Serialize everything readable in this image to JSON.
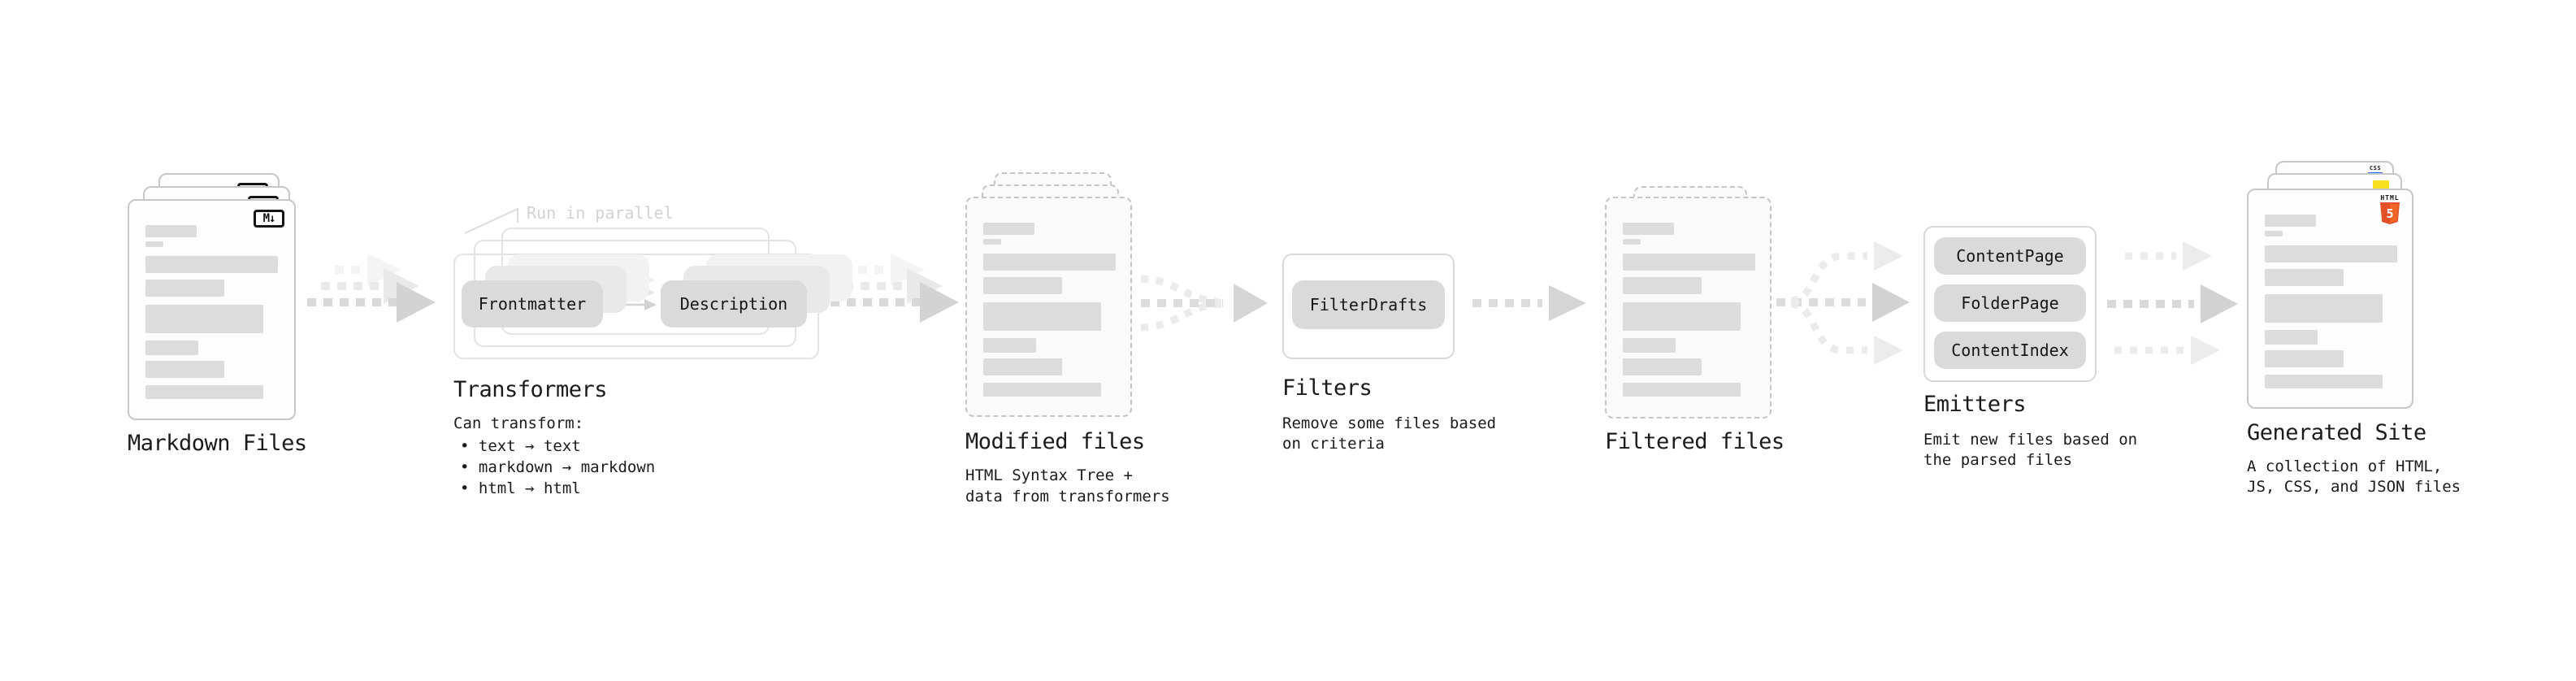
{
  "colors": {
    "text": "#1b1b1b",
    "muted": "#d2d2d2",
    "bar": "#dcdcdc",
    "pill": "#dadada",
    "arrow": "#d8d8d8",
    "arrow_head": "#d2d2d2",
    "arrow_light": "#ececec",
    "html5": "#e34f26",
    "html5_light": "#f16529",
    "js": "#f7df1e",
    "css": "#2965f1"
  },
  "stages": {
    "markdown": {
      "title": "Markdown Files",
      "badge": "M↓"
    },
    "transformers": {
      "annotation": "Run in parallel",
      "pill_frontmatter": "Frontmatter",
      "pill_description": "Description",
      "title": "Transformers",
      "heading": "Can transform:",
      "bullet1": "• text → text",
      "bullet2": "• markdown → markdown",
      "bullet3": "• html → html"
    },
    "modified": {
      "title": "Modified files",
      "subtitle1": "HTML Syntax Tree +",
      "subtitle2": "data from transformers"
    },
    "filters": {
      "title": "Filters",
      "pill": "FilterDrafts",
      "subtitle1": "Remove some files based",
      "subtitle2": "on criteria"
    },
    "filtered": {
      "title": "Filtered files"
    },
    "emitters": {
      "title": "Emitters",
      "pill1": "ContentPage",
      "pill2": "FolderPage",
      "pill3": "ContentIndex",
      "subtitle1": "Emit new files based on",
      "subtitle2": "the parsed files"
    },
    "generated": {
      "title": "Generated Site",
      "subtitle1": "A collection of HTML,",
      "subtitle2": "JS, CSS, and JSON files",
      "html_badge_label": "HTML",
      "html_badge_number": "5",
      "css_badge_label": "CSS"
    }
  }
}
